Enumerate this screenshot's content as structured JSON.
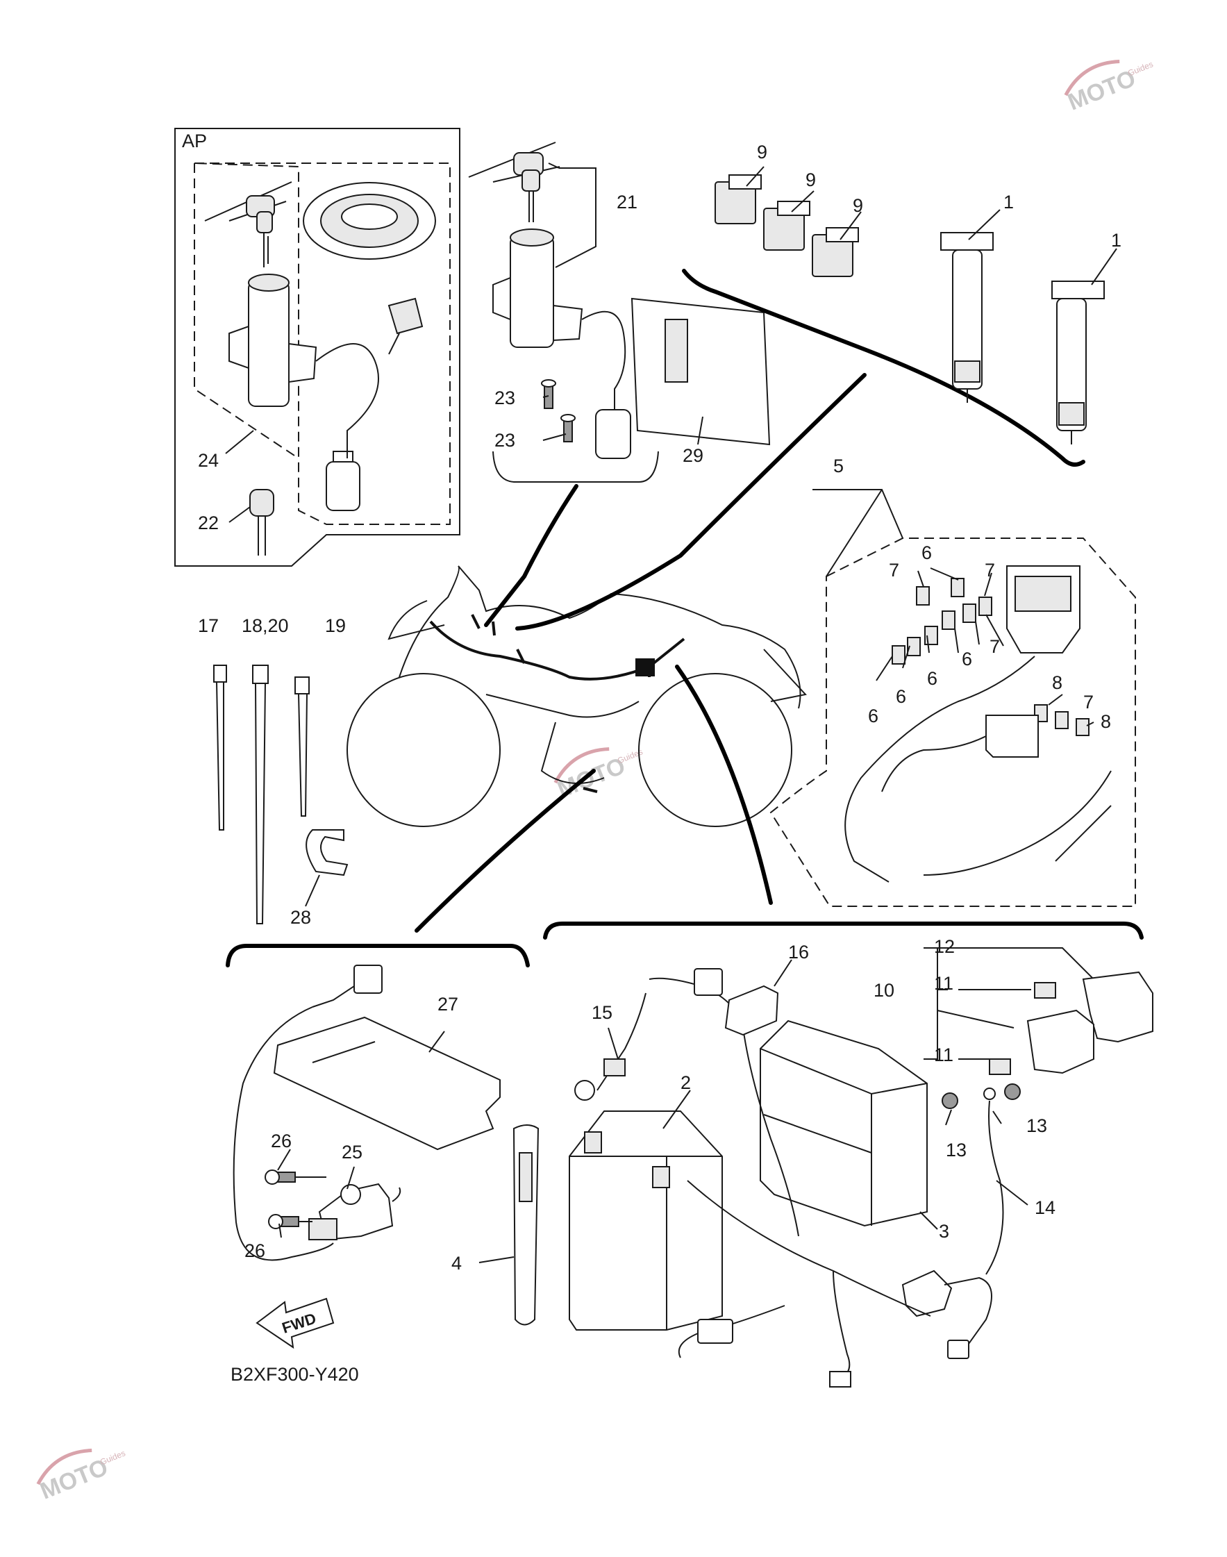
{
  "diagram": {
    "inset_label": "AP",
    "diagram_code": "B2XF300-Y420",
    "fwd_label": "FWD",
    "watermark": {
      "text": "MOTO",
      "sub": "Guides"
    },
    "callouts": [
      {
        "id": "c1a",
        "label": "1"
      },
      {
        "id": "c1b",
        "label": "1"
      },
      {
        "id": "c2",
        "label": "2"
      },
      {
        "id": "c3",
        "label": "3"
      },
      {
        "id": "c4",
        "label": "4"
      },
      {
        "id": "c5",
        "label": "5"
      },
      {
        "id": "c6a",
        "label": "6"
      },
      {
        "id": "c6b",
        "label": "6"
      },
      {
        "id": "c6c",
        "label": "6"
      },
      {
        "id": "c6d",
        "label": "6"
      },
      {
        "id": "c6e",
        "label": "6"
      },
      {
        "id": "c7a",
        "label": "7"
      },
      {
        "id": "c7b",
        "label": "7"
      },
      {
        "id": "c7c",
        "label": "7"
      },
      {
        "id": "c7d",
        "label": "7"
      },
      {
        "id": "c8a",
        "label": "8"
      },
      {
        "id": "c8b",
        "label": "8"
      },
      {
        "id": "c9a",
        "label": "9"
      },
      {
        "id": "c9b",
        "label": "9"
      },
      {
        "id": "c9c",
        "label": "9"
      },
      {
        "id": "c10",
        "label": "10"
      },
      {
        "id": "c11a",
        "label": "11"
      },
      {
        "id": "c11b",
        "label": "11"
      },
      {
        "id": "c12",
        "label": "12"
      },
      {
        "id": "c13a",
        "label": "13"
      },
      {
        "id": "c13b",
        "label": "13"
      },
      {
        "id": "c14",
        "label": "14"
      },
      {
        "id": "c15",
        "label": "15"
      },
      {
        "id": "c16",
        "label": "16"
      },
      {
        "id": "c17",
        "label": "17"
      },
      {
        "id": "c1820",
        "label": "18,20"
      },
      {
        "id": "c19",
        "label": "19"
      },
      {
        "id": "c21",
        "label": "21"
      },
      {
        "id": "c22",
        "label": "22"
      },
      {
        "id": "c23a",
        "label": "23"
      },
      {
        "id": "c23b",
        "label": "23"
      },
      {
        "id": "c24",
        "label": "24"
      },
      {
        "id": "c25",
        "label": "25"
      },
      {
        "id": "c26a",
        "label": "26"
      },
      {
        "id": "c26b",
        "label": "26"
      },
      {
        "id": "c27",
        "label": "27"
      },
      {
        "id": "c28",
        "label": "28"
      },
      {
        "id": "c29",
        "label": "29"
      }
    ]
  }
}
